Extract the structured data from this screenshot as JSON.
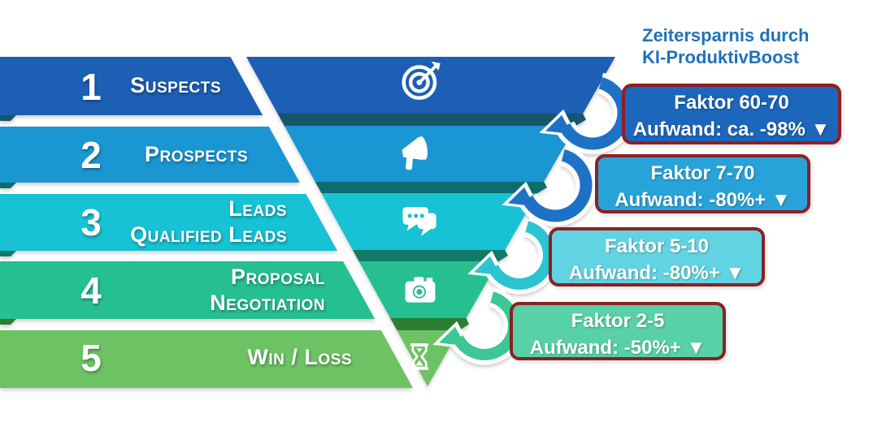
{
  "title": {
    "line1": "Zeitersparnis durch",
    "line2": "KI-ProduktivBoost",
    "color": "#2171b9"
  },
  "stages": [
    {
      "number": "1",
      "label_lines": [
        "Suspects"
      ],
      "icon": "target-icon",
      "fill": "#1d5fb4",
      "band_fill": "#16566c"
    },
    {
      "number": "2",
      "label_lines": [
        "Prospects"
      ],
      "icon": "megaphone-icon",
      "fill": "#1a96d3",
      "band_fill": "#0e6b6e"
    },
    {
      "number": "3",
      "label_lines": [
        "Leads",
        "Qualified Leads"
      ],
      "icon": "chat-icon",
      "fill": "#16c2d3",
      "band_fill": "#117a68"
    },
    {
      "number": "4",
      "label_lines": [
        "Proposal",
        "Negotiation"
      ],
      "icon": "camera-icon",
      "fill": "#26bf92",
      "band_fill": "#2c7e33"
    },
    {
      "number": "5",
      "label_lines": [
        "Win / Loss"
      ],
      "icon": "hourglass-icon",
      "fill": "#6dc263",
      "band_fill": "#2c7e33"
    }
  ],
  "callouts": [
    {
      "line1": "Faktor 60-70",
      "line2": "Aufwand: ca. -98% ▼",
      "fill": "#1c66bb"
    },
    {
      "line1": "Faktor 7-70",
      "line2": "Aufwand: -80%+ ▼",
      "fill": "#28a3da"
    },
    {
      "line1": "Faktor 5-10",
      "line2": "Aufwand: -80%+ ▼",
      "fill": "#62d3e2"
    },
    {
      "line1": "Faktor 2-5",
      "line2": "Aufwand: -50%+ ▼",
      "fill": "#58d1a7"
    }
  ],
  "callout_border_color": "#8b2125",
  "arrows": [
    {
      "color": "#1e72c6"
    },
    {
      "color": "#1e72c6"
    },
    {
      "color": "#2ac4d2"
    },
    {
      "color": "#3cc795"
    }
  ]
}
